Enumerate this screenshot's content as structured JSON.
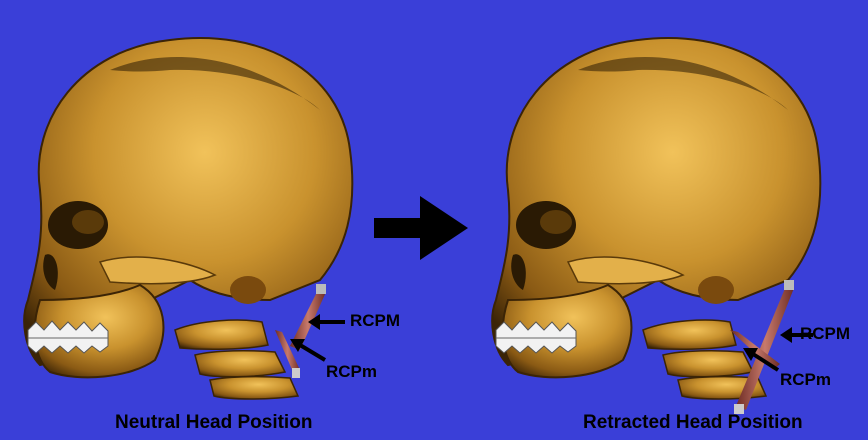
{
  "panels": [
    {
      "caption": "Neutral Head Position",
      "labels": {
        "major": "RCPM",
        "minor": "RCPm"
      }
    },
    {
      "caption": "Retracted Head Position",
      "labels": {
        "major": "RCPM",
        "minor": "RCPm"
      }
    }
  ],
  "colors": {
    "background": "#3a3fd8",
    "bone": "#c9922e",
    "bone_shadow": "#5a3a0a",
    "muscle": "#a85a4e",
    "teeth": "#f2f2f2",
    "arrow": "#000000"
  }
}
